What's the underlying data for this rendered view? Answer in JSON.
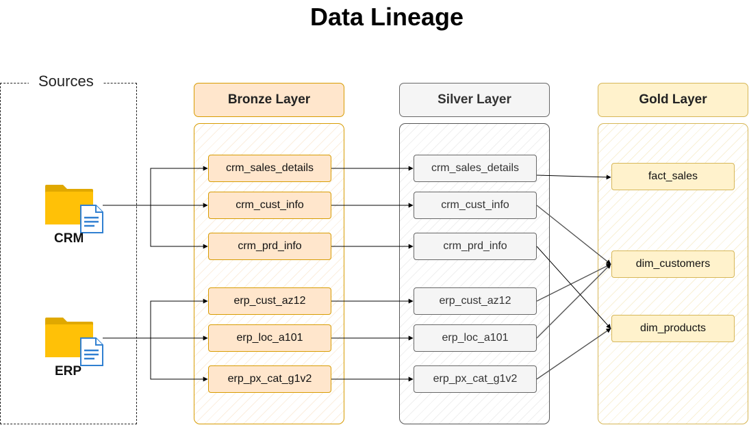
{
  "title": "Data Lineage",
  "sources": {
    "label": "Sources",
    "items": [
      {
        "label": "CRM",
        "icon": "folder-document-icon"
      },
      {
        "label": "ERP",
        "icon": "folder-document-icon"
      }
    ]
  },
  "layers": {
    "bronze": {
      "title": "Bronze Layer",
      "tables": [
        "crm_sales_details",
        "crm_cust_info",
        "crm_prd_info",
        "erp_cust_az12",
        "erp_loc_a101",
        "erp_px_cat_g1v2"
      ]
    },
    "silver": {
      "title": "Silver Layer",
      "tables": [
        "crm_sales_details",
        "crm_cust_info",
        "crm_prd_info",
        "erp_cust_az12",
        "erp_loc_a101",
        "erp_px_cat_g1v2"
      ]
    },
    "gold": {
      "title": "Gold Layer",
      "tables": [
        "fact_sales",
        "dim_customers",
        "dim_products"
      ]
    }
  },
  "colors": {
    "bronze_fill": "#ffe6cc",
    "bronze_border": "#d79b00",
    "silver_fill": "#f5f5f5",
    "silver_border": "#666666",
    "gold_fill": "#fff2cc",
    "gold_border": "#d6b656"
  }
}
